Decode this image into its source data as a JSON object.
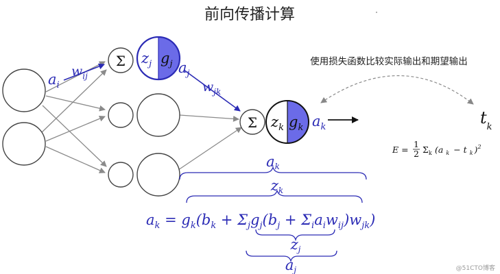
{
  "title": "前向传播计算",
  "loss_caption": "使用损失函数比较实际输出和期望输出",
  "sigma_symbol": "Σ",
  "hidden_unit": {
    "z": "z",
    "z_sub": "j",
    "g": "g",
    "g_sub": "j"
  },
  "output_unit": {
    "z": "z",
    "z_sub": "k",
    "g": "g",
    "g_sub": "k"
  },
  "labels": {
    "a_i": {
      "base": "a",
      "sub": "i"
    },
    "w_ij": {
      "base": "w",
      "sub": "ij"
    },
    "a_j": {
      "base": "a",
      "sub": "j"
    },
    "w_jk": {
      "base": "w",
      "sub": "jk"
    },
    "a_k": {
      "base": "a",
      "sub": "k"
    },
    "t_k": {
      "base": "t",
      "sub": "k"
    }
  },
  "error_formula": {
    "lhs": "E =",
    "num": "1",
    "den": "2",
    "sum": "Σ",
    "sum_sub": "k",
    "body1": "(a",
    "sub1": "k",
    "mid": "− t",
    "sub2": "k",
    "tail": ")",
    "exp": "2"
  },
  "braces": {
    "top_outer": {
      "base": "a",
      "sub": "k"
    },
    "top_inner": {
      "base": "z",
      "sub": "k"
    },
    "bottom_inner": {
      "base": "z",
      "sub": "j"
    },
    "bottom_outer": {
      "base": "a",
      "sub": "j"
    }
  },
  "formula_tokens": [
    {
      "t": "a"
    },
    {
      "t": "k",
      "sub": true
    },
    {
      "t": " = g"
    },
    {
      "t": "k",
      "sub": true
    },
    {
      "t": "(b"
    },
    {
      "t": "k",
      "sub": true
    },
    {
      "t": " + Σ"
    },
    {
      "t": "j",
      "sub": true
    },
    {
      "t": "g"
    },
    {
      "t": "j",
      "sub": true
    },
    {
      "t": "(b"
    },
    {
      "t": "j",
      "sub": true
    },
    {
      "t": " + Σ"
    },
    {
      "t": "i",
      "sub": true
    },
    {
      "t": "a"
    },
    {
      "t": "i",
      "sub": true
    },
    {
      "t": "w"
    },
    {
      "t": "ij",
      "sub": true
    },
    {
      "t": ")w"
    },
    {
      "t": "jk",
      "sub": true
    },
    {
      "t": ")"
    }
  ],
  "watermark": "@51CTO博客",
  "colors": {
    "accent": "#2b2bb5",
    "activation_fill": "#6b6be8"
  }
}
